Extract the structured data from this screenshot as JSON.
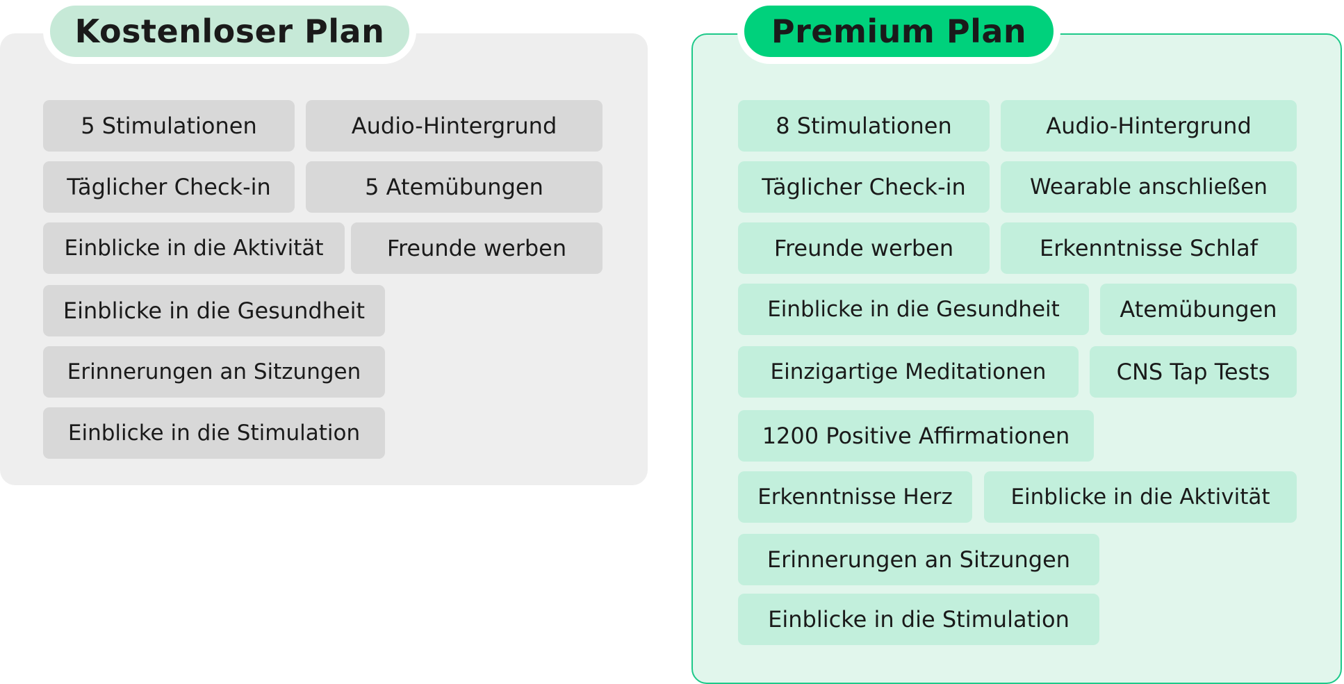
{
  "free_plan": {
    "title": "Kostenloser Plan",
    "features": [
      "5 Stimulationen",
      "Audio-Hintergrund",
      "Täglicher Check-in",
      "5 Atemübungen",
      "Einblicke in die Aktivität",
      "Freunde werben",
      "Einblicke in die Gesundheit",
      "Erinnerungen an Sitzungen",
      "Einblicke in die Stimulation"
    ]
  },
  "premium_plan": {
    "title": "Premium Plan",
    "features": [
      "8 Stimulationen",
      "Audio-Hintergrund",
      "Täglicher Check-in",
      "Wearable anschließen",
      "Freunde werben",
      "Erkenntnisse Schlaf",
      "Einblicke in die Gesundheit",
      "Atemübungen",
      "Einzigartige Meditationen",
      "CNS Tap Tests",
      "1200 Positive Affirmationen",
      "Erkenntnisse Herz",
      "Einblicke in die Aktivität",
      "Erinnerungen an Sitzungen",
      "Einblicke in die Stimulation"
    ]
  },
  "colors": {
    "free_panel_bg": "#eeeeee",
    "free_chip_bg": "#d8d8d8",
    "free_title_bg": "#c6e9d7",
    "premium_panel_bg": "#e1f6ec",
    "premium_panel_border": "#1dc989",
    "premium_chip_bg": "#c2efdc",
    "premium_title_bg": "#00d17c"
  }
}
